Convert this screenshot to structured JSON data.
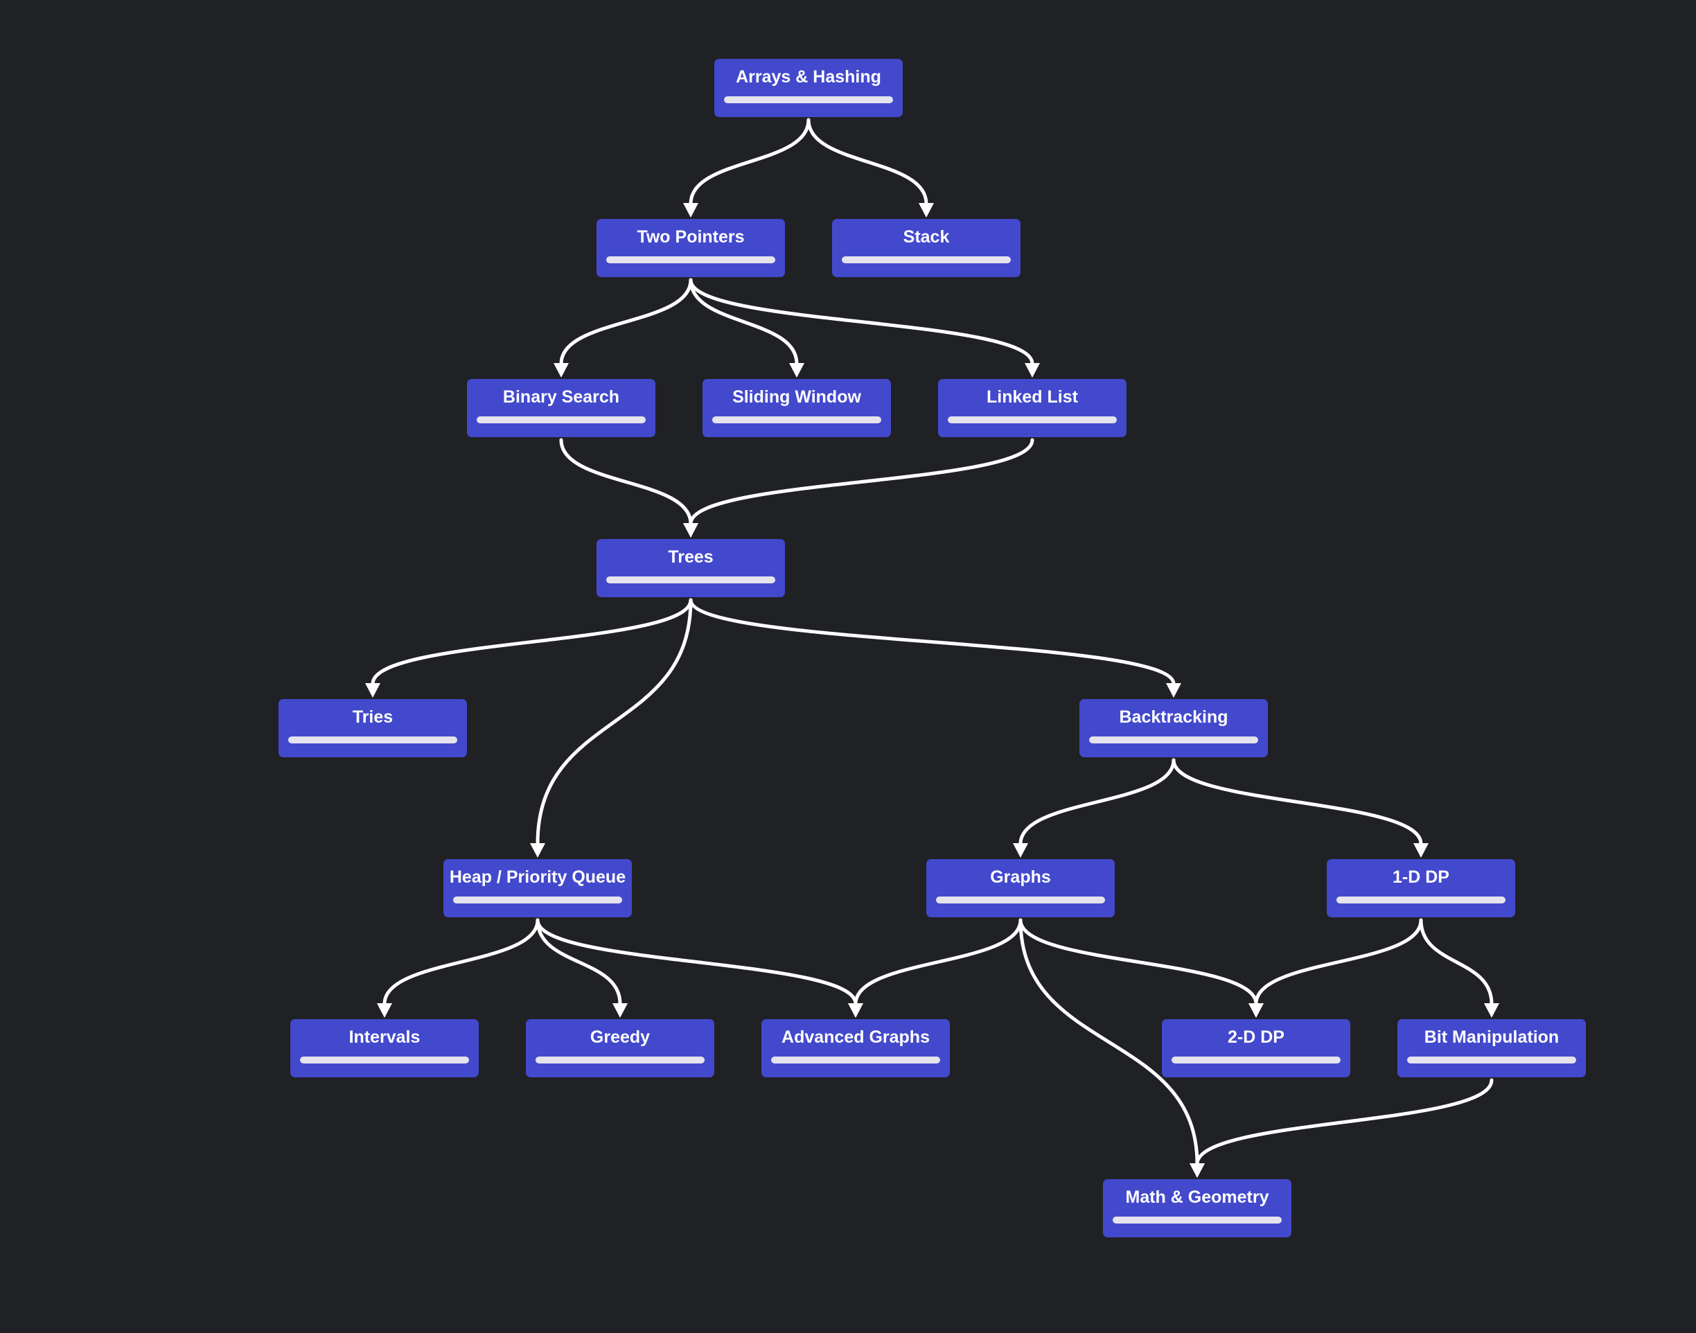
{
  "theme": {
    "background": "#202125",
    "node_fill": "#4349cc",
    "node_text": "#ffffff",
    "progress_track": "#e4e4ee",
    "progress_fill": "#22c55e",
    "edge": "#ffffff"
  },
  "nodes": [
    {
      "id": "arrays-hashing",
      "label": "Arrays & Hashing",
      "progress": 0
    },
    {
      "id": "two-pointers",
      "label": "Two Pointers",
      "progress": 0
    },
    {
      "id": "stack",
      "label": "Stack",
      "progress": 0
    },
    {
      "id": "binary-search",
      "label": "Binary Search",
      "progress": 0
    },
    {
      "id": "sliding-window",
      "label": "Sliding Window",
      "progress": 0
    },
    {
      "id": "linked-list",
      "label": "Linked List",
      "progress": 0
    },
    {
      "id": "trees",
      "label": "Trees",
      "progress": 0
    },
    {
      "id": "tries",
      "label": "Tries",
      "progress": 0
    },
    {
      "id": "backtracking",
      "label": "Backtracking",
      "progress": 0
    },
    {
      "id": "heap-priority-queue",
      "label": "Heap / Priority Queue",
      "progress": 0
    },
    {
      "id": "graphs",
      "label": "Graphs",
      "progress": 0
    },
    {
      "id": "one-d-dp",
      "label": "1-D DP",
      "progress": 0
    },
    {
      "id": "intervals",
      "label": "Intervals",
      "progress": 0
    },
    {
      "id": "greedy",
      "label": "Greedy",
      "progress": 0
    },
    {
      "id": "advanced-graphs",
      "label": "Advanced Graphs",
      "progress": 0
    },
    {
      "id": "two-d-dp",
      "label": "2-D DP",
      "progress": 0
    },
    {
      "id": "bit-manipulation",
      "label": "Bit Manipulation",
      "progress": 0
    },
    {
      "id": "math-geometry",
      "label": "Math & Geometry",
      "progress": 0
    }
  ],
  "edges": [
    {
      "from": "arrays-hashing",
      "to": "two-pointers"
    },
    {
      "from": "arrays-hashing",
      "to": "stack"
    },
    {
      "from": "two-pointers",
      "to": "binary-search"
    },
    {
      "from": "two-pointers",
      "to": "sliding-window"
    },
    {
      "from": "two-pointers",
      "to": "linked-list"
    },
    {
      "from": "binary-search",
      "to": "trees"
    },
    {
      "from": "linked-list",
      "to": "trees"
    },
    {
      "from": "trees",
      "to": "tries"
    },
    {
      "from": "trees",
      "to": "heap-priority-queue"
    },
    {
      "from": "trees",
      "to": "backtracking"
    },
    {
      "from": "backtracking",
      "to": "graphs"
    },
    {
      "from": "backtracking",
      "to": "one-d-dp"
    },
    {
      "from": "heap-priority-queue",
      "to": "intervals"
    },
    {
      "from": "heap-priority-queue",
      "to": "greedy"
    },
    {
      "from": "heap-priority-queue",
      "to": "advanced-graphs"
    },
    {
      "from": "graphs",
      "to": "advanced-graphs"
    },
    {
      "from": "graphs",
      "to": "two-d-dp"
    },
    {
      "from": "graphs",
      "to": "math-geometry"
    },
    {
      "from": "one-d-dp",
      "to": "two-d-dp"
    },
    {
      "from": "one-d-dp",
      "to": "bit-manipulation"
    },
    {
      "from": "bit-manipulation",
      "to": "math-geometry"
    }
  ]
}
